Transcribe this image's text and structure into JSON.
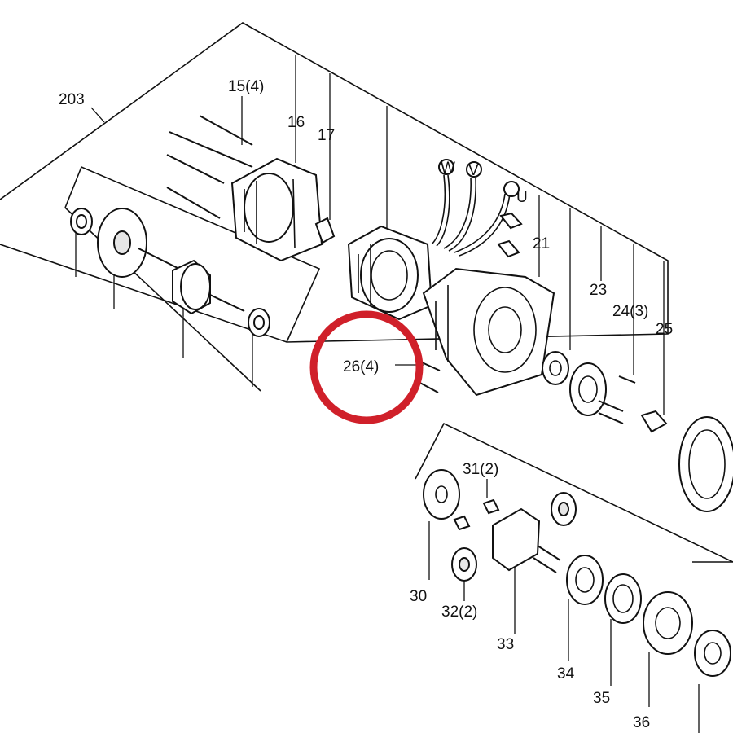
{
  "callouts": {
    "c203": "203",
    "c15": "15(4)",
    "c16": "16",
    "c17": "17",
    "c21": "21",
    "c23": "23",
    "c24": "24(3)",
    "c25": "25",
    "c26": "26(4)",
    "c30": "30",
    "c31": "31(2)",
    "c32": "32(2)",
    "c33": "33",
    "c34": "34",
    "c35": "35",
    "c36": "36"
  },
  "wire_terminals": {
    "w": "W",
    "v": "V",
    "u": "U"
  },
  "highlight": {
    "target": "26(4)",
    "color": "#d0202a"
  }
}
